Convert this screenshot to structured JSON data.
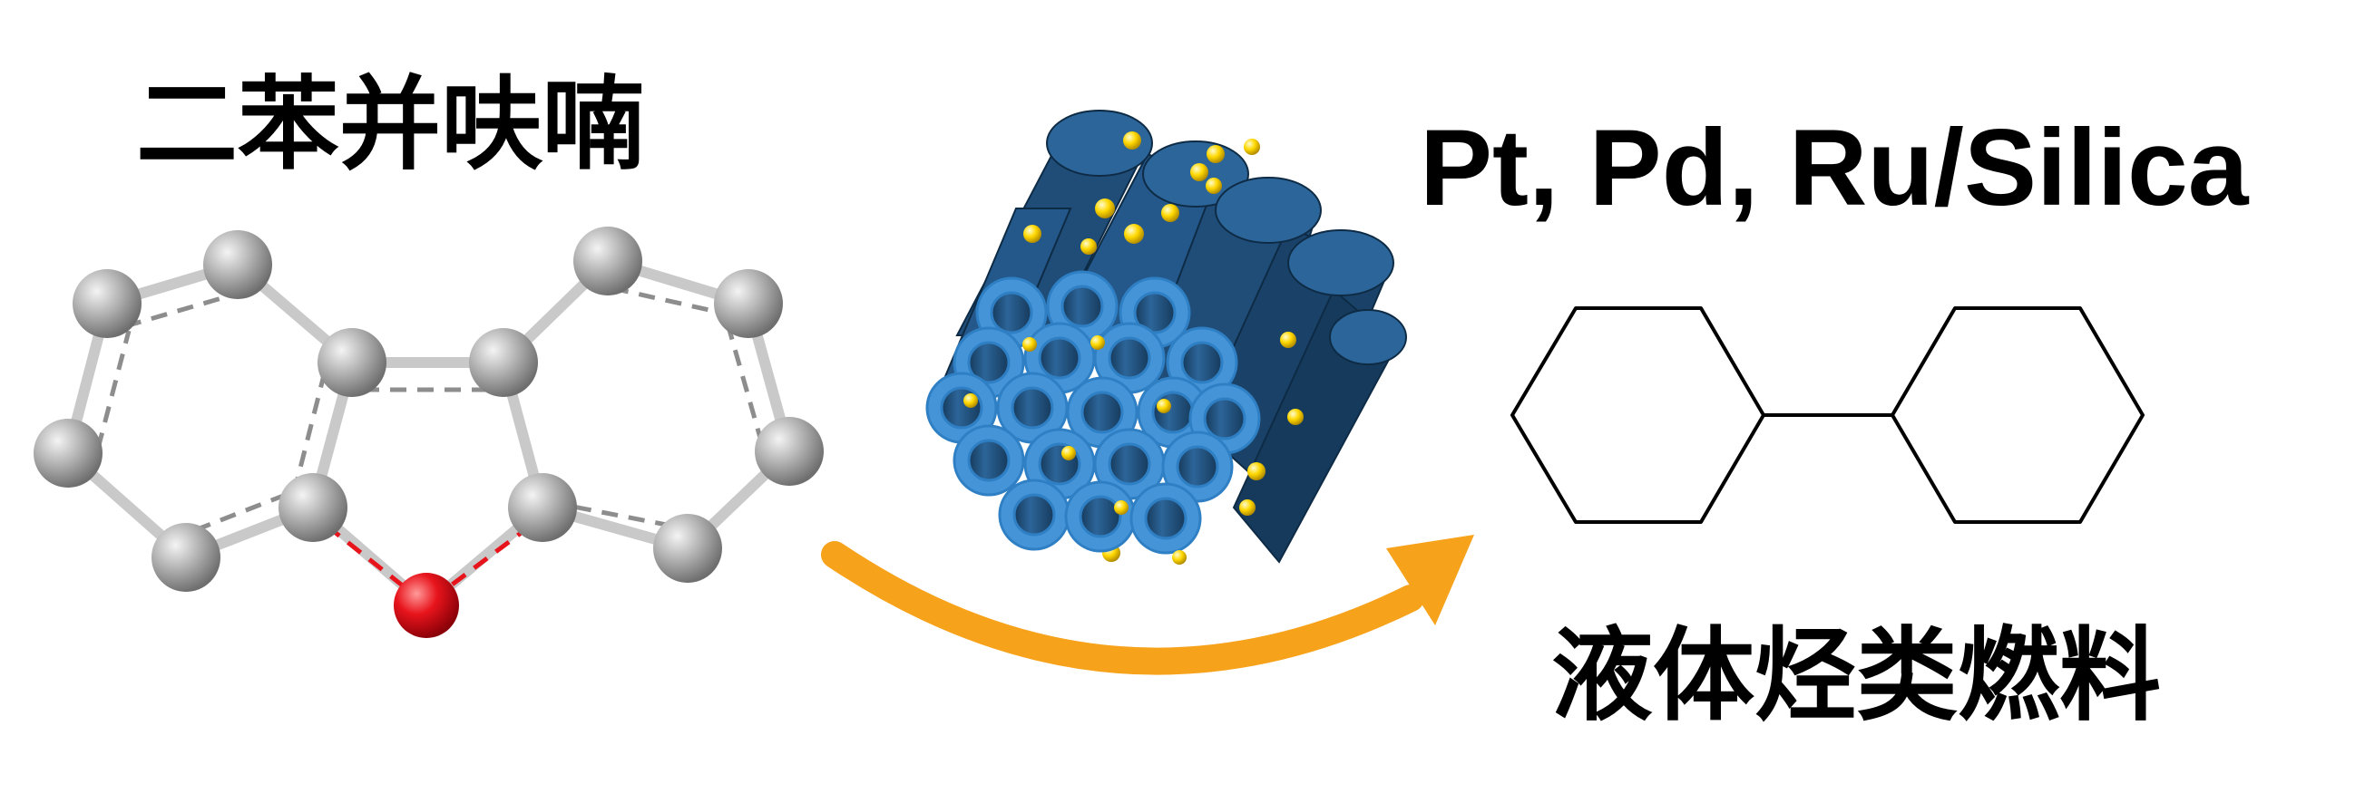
{
  "reactant": {
    "label": "二苯并呋喃",
    "icon": "dibenzofuran-ball-and-stick-molecule",
    "colors": {
      "carbon": "#a9a9a9",
      "oxygen": "#e8141c",
      "bond": "#c2c2c2"
    }
  },
  "catalyst": {
    "label": "Pt, Pd, Ru/Silica",
    "icon": "mesoporous-silica-tube-bundle",
    "colors": {
      "tube": "#4594d8",
      "tube_dark": "#1f4d78",
      "particle": "#ffd800"
    }
  },
  "reaction": {
    "icon": "curved-reaction-arrow",
    "color": "#f7a21b"
  },
  "product": {
    "label": "液体烃类燃料",
    "icon": "bicyclohexyl-line-structure"
  }
}
